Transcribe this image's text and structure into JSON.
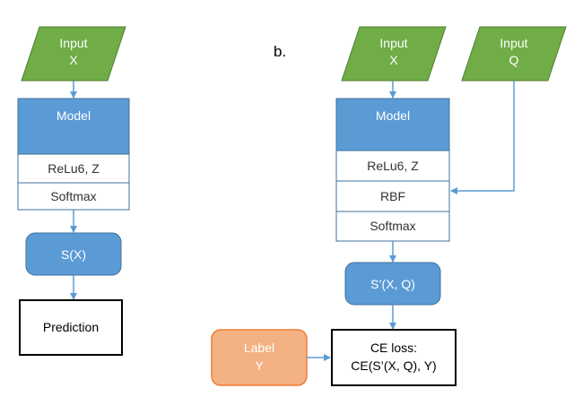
{
  "panel_a": {
    "input_line1": "Input",
    "input_line2": "X",
    "model_label": "Model",
    "relu_label": "ReLu6, Z",
    "softmax_label": "Softmax",
    "score_label": "S(X)",
    "prediction_label": "Prediction"
  },
  "panel_b": {
    "panel_label": "b.",
    "input_x_line1": "Input",
    "input_x_line2": "X",
    "input_q_line1": "Input",
    "input_q_line2": "Q",
    "model_label": "Model",
    "relu_label": "ReLu6, Z",
    "rbf_label": "RBF",
    "softmax_label": "Softmax",
    "score_label": "S’(X, Q)",
    "label_line1": "Label",
    "label_line2": "Y",
    "loss_line1": "CE loss:",
    "loss_line2": "CE(S’(X, Q), Y)"
  },
  "colors": {
    "input_fill": "#70ad47",
    "input_stroke": "#507e32",
    "model_fill": "#5b9bd5",
    "model_stroke": "#41719c",
    "layer_stroke": "#41719c",
    "arrow": "#5b9bd5",
    "label_fill": "#f4b183",
    "label_stroke": "#ed7d31",
    "output_stroke": "#000000"
  }
}
